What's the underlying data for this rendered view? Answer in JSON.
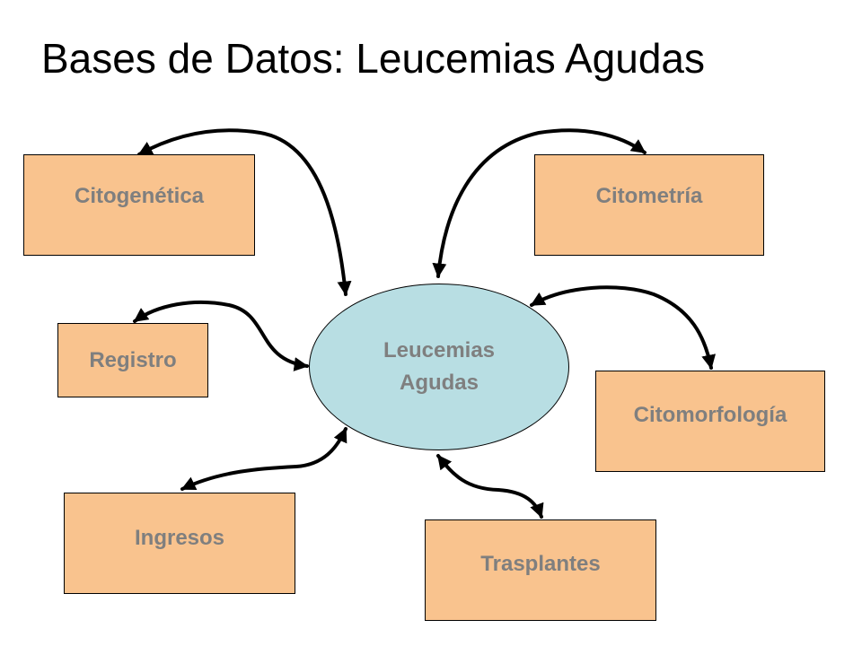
{
  "title": "Bases de Datos: Leucemias Agudas",
  "colors": {
    "box_fill": "#f9c38e",
    "hub_fill": "#b8dee3",
    "label_text": "#7f7f7f",
    "arrow": "#000000"
  },
  "hub": {
    "line1": "Leucemias",
    "line2": "Agudas"
  },
  "boxes": {
    "citogenetica": "Citogenética",
    "citometria": "Citometría",
    "registro": "Registro",
    "citomorfologia": "Citomorfología",
    "ingresos": "Ingresos",
    "trasplantes": "Trasplantes"
  }
}
